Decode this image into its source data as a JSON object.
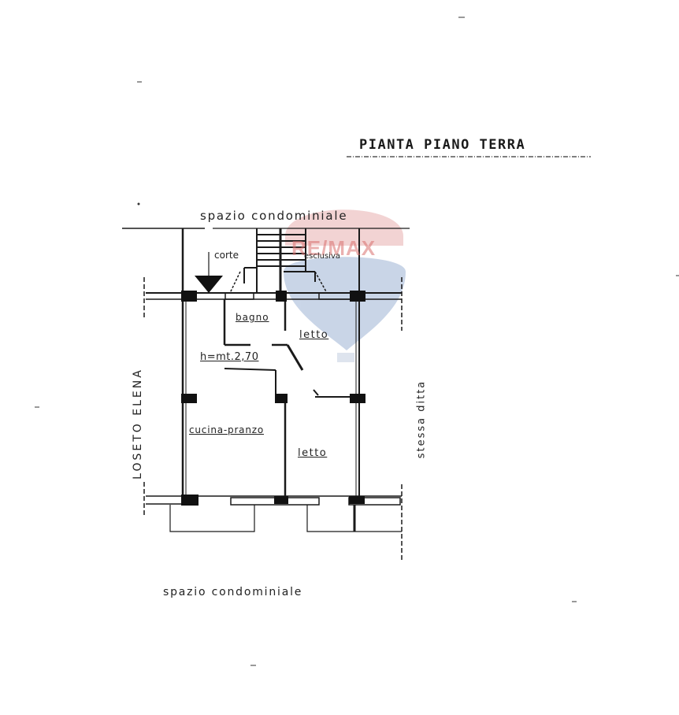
{
  "plan": {
    "title": "PIANTA PIANO TERRA",
    "labels": {
      "top_space": "spazio condominiale",
      "bottom_space": "spazio condominiale",
      "court_left": "corte",
      "court_right": "esclusiva",
      "bathroom": "bagno",
      "bedroom_1": "letto",
      "ceiling_height": "h=mt.2,70",
      "kitchen_dining": "cucina-pranzo",
      "bedroom_2": "letto",
      "left_neighbor": "LOSETO ELENA",
      "right_neighbor": "stessa ditta"
    },
    "watermark": {
      "text": "RE/MAX",
      "colors": {
        "red": "#d9706f",
        "blue": "#5a7fb5"
      }
    },
    "colors": {
      "ink": "#1a1a1a",
      "paper": "#ffffff"
    }
  }
}
